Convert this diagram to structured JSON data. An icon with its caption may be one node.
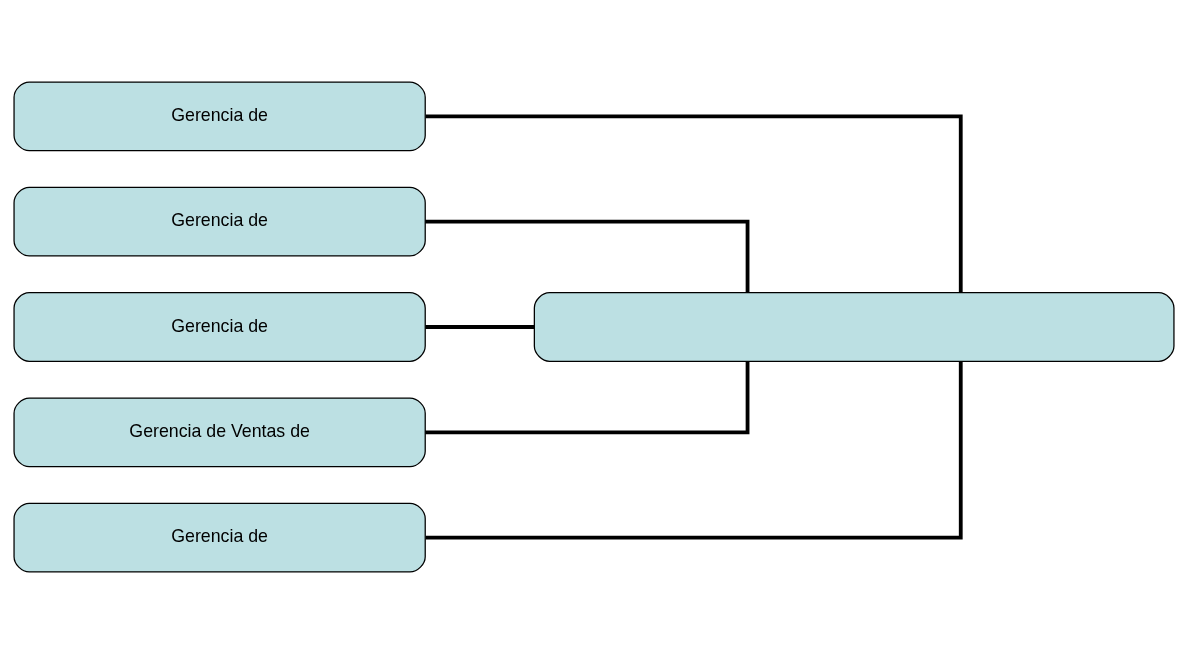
{
  "diagram": {
    "nodes": [
      {
        "text": [],
        "shape": "box"
      },
      {
        "text": [
          "Gerencia de"
        ]
      },
      {
        "text": [
          "Gerencia de"
        ]
      },
      {
        "text": [
          "Gerencia de"
        ]
      },
      {
        "text": [
          "Gerencia de Ventas de"
        ]
      },
      {
        "text": [
          "Gerencia de"
        ]
      }
    ],
    "edges": [
      {
        "from": 0,
        "to": 1,
        "arrow": "none"
      },
      {
        "from": 0,
        "to": 2,
        "arrow": "none"
      },
      {
        "from": 0,
        "to": 3,
        "arrow": "none"
      },
      {
        "from": 0,
        "to": 4,
        "arrow": "none"
      },
      {
        "from": 0,
        "to": 5,
        "arrow": "none"
      }
    ]
  }
}
